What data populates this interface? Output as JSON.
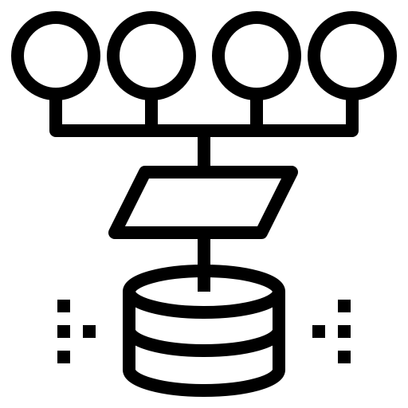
{
  "icon": {
    "name": "data-network-database-icon",
    "stroke_color": "#000000",
    "background_color": "#ffffff",
    "nodes": [
      "node-1",
      "node-2",
      "node-3",
      "node-4"
    ]
  }
}
